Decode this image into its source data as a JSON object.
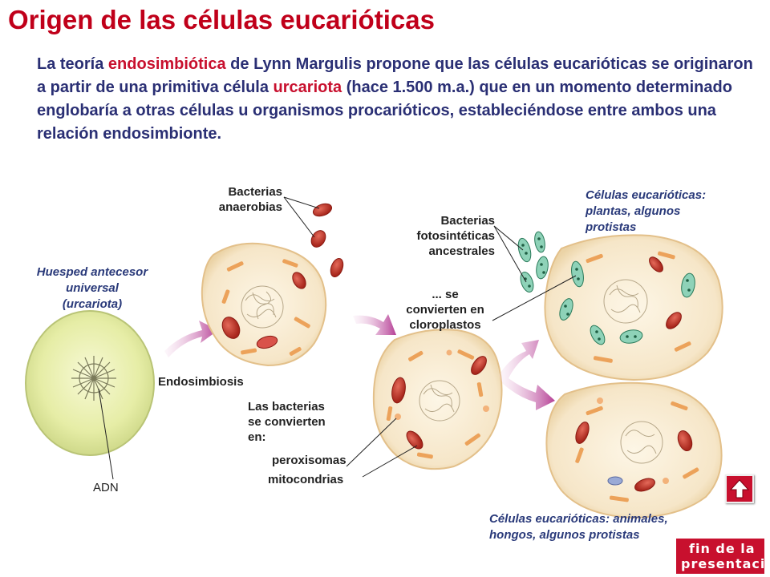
{
  "title": "Origen de las células eucarióticas",
  "intro": {
    "p1": "La teoría ",
    "hl1": "endosimbiótica",
    "p2": " de Lynn Margulis propone que las células eucarióticas se originaron a partir de una primitiva célula ",
    "hl2": "urcariota",
    "p3": " (hace 1.500 m.a.) que en un momento determinado englobaría a otras células u organismos procarióticos, estableciéndose entre ambos una relación endosimbionte."
  },
  "labels": {
    "host": [
      "Huesped antecesor",
      "universal",
      "(urcariota)"
    ],
    "dna": "ADN",
    "anaerobic": [
      "Bacterias",
      "anaerobias"
    ],
    "endosymbiosis": "Endosimbiosis",
    "photosynthetic": [
      "Bacterias",
      "fotosintéticas",
      "ancestrales"
    ],
    "become_chloroplasts": [
      "... se",
      "convierten en",
      "cloroplastos"
    ],
    "bacteria_become": [
      "Las bacterias",
      "se convierten",
      "en:"
    ],
    "peroxisomes": "peroxisomas",
    "mitochondria": "mitocondrias",
    "plant_cells": [
      "Células eucarióticas:",
      "plantas, algunos",
      "protistas"
    ],
    "animal_cells": [
      "Células eucarióticas: animales,",
      "hongos, algunos protistas"
    ]
  },
  "buttons": {
    "end": [
      "fin de la",
      "presentación"
    ]
  },
  "colors": {
    "title": "#c0001a",
    "intro_text": "#2a2f74",
    "highlight": "#c8102e",
    "cell_caption": "#2a3a7a",
    "button": "#c8102e"
  }
}
